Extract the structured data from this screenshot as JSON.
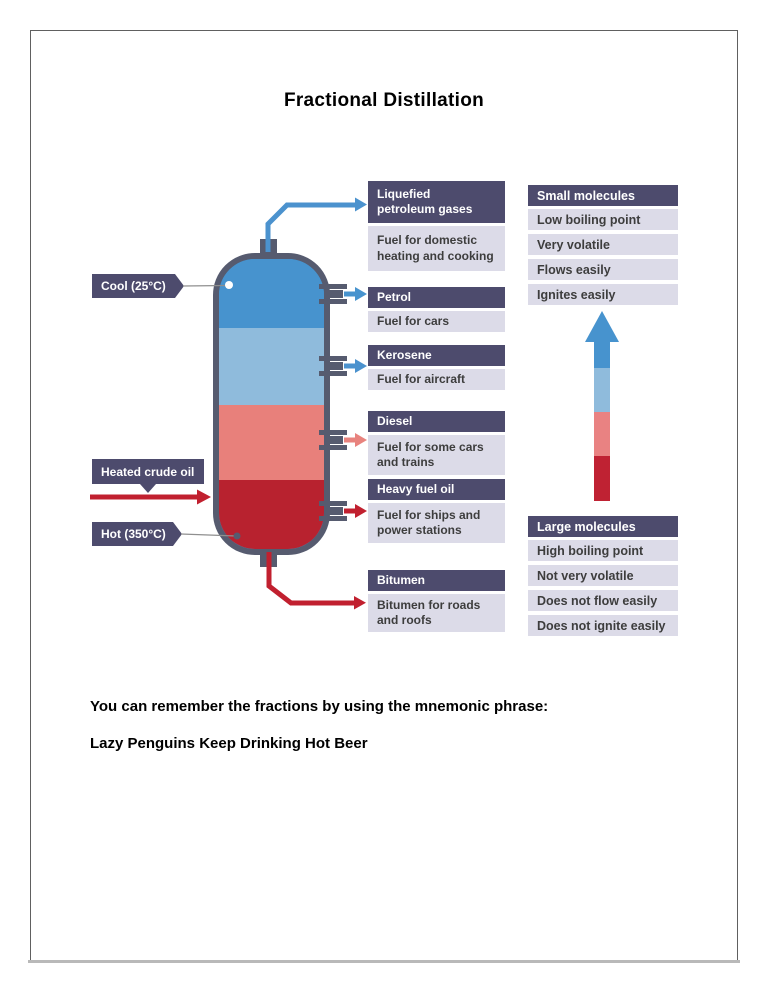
{
  "title": "Fractional Distillation",
  "column": {
    "cool_label": "Cool (25°C)",
    "feed_label": "Heated crude oil",
    "hot_label": "Hot (350°C)"
  },
  "fractions": [
    {
      "name": "Liquefied petroleum gases",
      "use": "Fuel for domestic heating and cooking"
    },
    {
      "name": "Petrol",
      "use": "Fuel for cars"
    },
    {
      "name": "Kerosene",
      "use": "Fuel for aircraft"
    },
    {
      "name": "Diesel",
      "use": "Fuel for some cars and trains"
    },
    {
      "name": "Heavy fuel oil",
      "use": "Fuel for ships and power stations"
    },
    {
      "name": "Bitumen",
      "use": "Bitumen for roads and roofs"
    }
  ],
  "small_molecules": {
    "title": "Small molecules",
    "properties": [
      "Low boiling point",
      "Very volatile",
      "Flows easily",
      "Ignites easily"
    ]
  },
  "large_molecules": {
    "title": "Large molecules",
    "properties": [
      "High boiling point",
      "Not very volatile",
      "Does not flow easily",
      "Does not ignite easily"
    ]
  },
  "mnemonic": {
    "intro": "You can remember the fractions by using the mnemonic phrase:",
    "phrase": "Lazy Penguins Keep Drinking Hot Beer"
  },
  "colors": {
    "label_header_bg": "#4d4b6d",
    "label_row_bg": "#dcdbe8",
    "column_outline": "#565b6f",
    "section_top_blue": "#4793ce",
    "section_light_blue": "#8fbbdc",
    "section_salmon": "#e8807b",
    "section_dark_red": "#b8222f",
    "pipe_blue": "#4b92ce",
    "pipe_red": "#c1202f",
    "arrow_salmon": "#e8837e"
  }
}
